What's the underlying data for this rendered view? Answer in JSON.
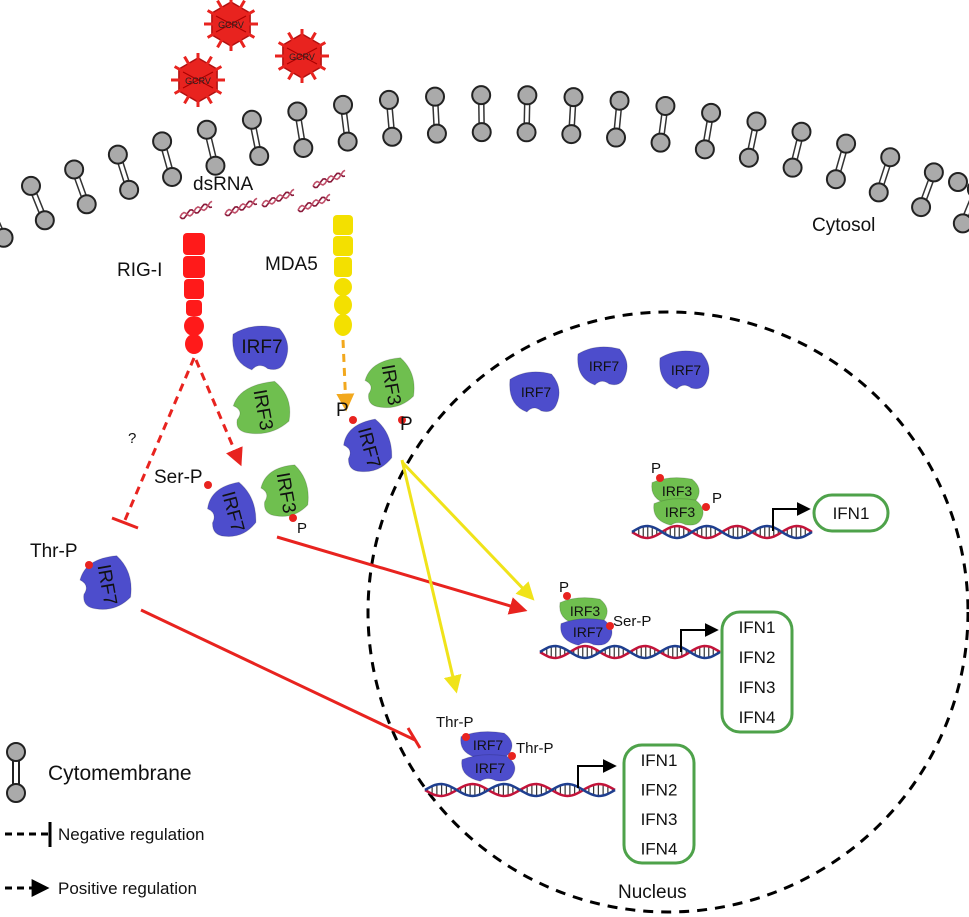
{
  "virus": {
    "label": "GCRV",
    "color": "#e8231f"
  },
  "membrane": {
    "label_cytosol": "Cytosol",
    "label_dsrna": "dsRNA",
    "lipid_color": "#aaaaaa"
  },
  "receptors": {
    "rig": "RIG-I",
    "mda5": "MDA5",
    "rig_color": "#ff1a1a",
    "mda5_color": "#f3e000"
  },
  "proteins": {
    "irf7": "IRF7",
    "irf3": "IRF3",
    "irf7_color": "#4d4dcc",
    "irf3_color": "#6fbf4f"
  },
  "phospho": {
    "p": "P",
    "ser_p": "Ser-P",
    "thr_p": "Thr-P",
    "question": "?"
  },
  "genes": {
    "group1": [
      "IFN1"
    ],
    "group2": [
      "IFN1",
      "IFN2",
      "IFN3",
      "IFN4"
    ],
    "group3": [
      "IFN1",
      "IFN2",
      "IFN3",
      "IFN4"
    ],
    "box_color": "#4ea24a"
  },
  "nucleus": {
    "label": "Nucleus"
  },
  "legend": {
    "cytomembrane": "Cytomembrane",
    "negative": "Negative regulation",
    "positive": "Positive regulation"
  }
}
